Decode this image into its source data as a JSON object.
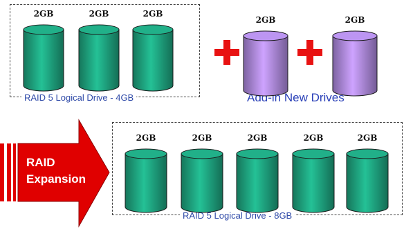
{
  "top_array": {
    "caption": "RAID 5 Logical Drive - 4GB",
    "drives": [
      {
        "capacity": "2GB"
      },
      {
        "capacity": "2GB"
      },
      {
        "capacity": "2GB"
      }
    ]
  },
  "new_drives": {
    "caption": "Add-in New Drives",
    "drives": [
      {
        "capacity": "2GB"
      },
      {
        "capacity": "2GB"
      }
    ]
  },
  "expansion_arrow": {
    "line1": "RAID",
    "line2": "Expansion"
  },
  "bottom_array": {
    "caption": "RAID 5 Logical Drive - 8GB",
    "drives": [
      {
        "capacity": "2GB"
      },
      {
        "capacity": "2GB"
      },
      {
        "capacity": "2GB"
      },
      {
        "capacity": "2GB"
      },
      {
        "capacity": "2GB"
      }
    ]
  },
  "colors": {
    "existing_drive": "#1fa882",
    "new_drive": "#b38ee6",
    "plus": "#e81212",
    "arrow": "#e00000",
    "caption_text": "#2f4aa8"
  }
}
